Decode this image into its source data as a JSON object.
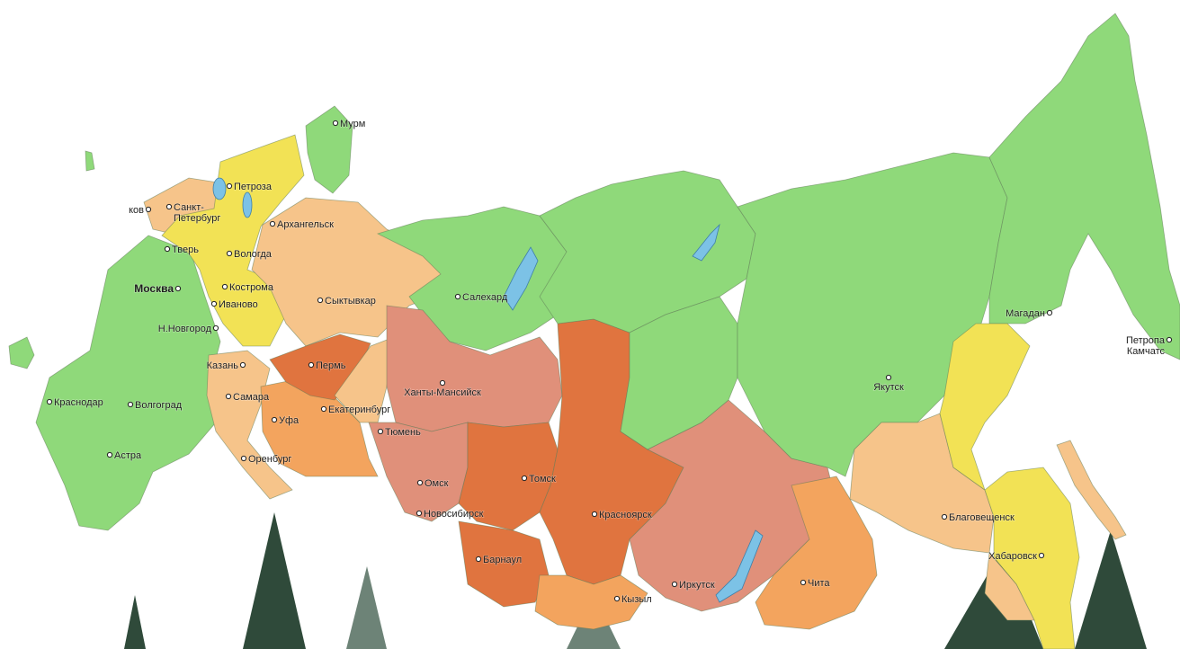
{
  "colors": {
    "green": "#8fd97a",
    "yellow": "#f2e255",
    "peach": "#f6c48a",
    "orange": "#f3a45e",
    "rose": "#e0907a",
    "dark_orange": "#e0743f",
    "water": "#7cc2e6",
    "tree_dark": "#2f4a3a",
    "tree_light": "#6d8377"
  },
  "cities": [
    {
      "id": "murmansk",
      "label": "Мурм"
    },
    {
      "id": "petrozavodsk",
      "label": "Петроза"
    },
    {
      "id": "spb",
      "label": "Санкт-\nПетербург"
    },
    {
      "id": "pskov",
      "label": "ков"
    },
    {
      "id": "arkhangelsk",
      "label": "Архангельск"
    },
    {
      "id": "tver",
      "label": "Тверь"
    },
    {
      "id": "vologda",
      "label": "Вологда"
    },
    {
      "id": "moscow",
      "label": "Москва"
    },
    {
      "id": "kostroma",
      "label": "Кострома"
    },
    {
      "id": "ivanovo",
      "label": "Иваново"
    },
    {
      "id": "syktyvkar",
      "label": "Сыктывкар"
    },
    {
      "id": "nnovgorod",
      "label": "Н.Новгород"
    },
    {
      "id": "salekhard",
      "label": "Салехард"
    },
    {
      "id": "khanty",
      "label": "Ханты-Мансийск"
    },
    {
      "id": "perm",
      "label": "Пермь"
    },
    {
      "id": "kazan",
      "label": "Казань"
    },
    {
      "id": "ekaterinburg",
      "label": "Екатеринбург"
    },
    {
      "id": "volgograd",
      "label": "Волгоград"
    },
    {
      "id": "krasnodar",
      "label": "Краснодар"
    },
    {
      "id": "samara",
      "label": "Самара"
    },
    {
      "id": "ufa",
      "label": "Уфа"
    },
    {
      "id": "tyumen",
      "label": "Тюмень"
    },
    {
      "id": "astrakhan",
      "label": "Астра"
    },
    {
      "id": "orenburg",
      "label": "Оренбург"
    },
    {
      "id": "omsk",
      "label": "Омск"
    },
    {
      "id": "tomsk",
      "label": "Томск"
    },
    {
      "id": "novosibirsk",
      "label": "Новосибирск"
    },
    {
      "id": "krasnoyarsk",
      "label": "Красноярск"
    },
    {
      "id": "barnaul",
      "label": "Барнаул"
    },
    {
      "id": "kyzyl",
      "label": "Кызыл"
    },
    {
      "id": "irkutsk",
      "label": "Иркутск"
    },
    {
      "id": "chita",
      "label": "Чита"
    },
    {
      "id": "yakutsk",
      "label": "Якутск"
    },
    {
      "id": "magadan",
      "label": "Магадан"
    },
    {
      "id": "petropavlovsk",
      "label": "Петропа\nКамчатс"
    },
    {
      "id": "blagoveshchensk",
      "label": "Благовещенск"
    },
    {
      "id": "khabarovsk",
      "label": "Хабаровск"
    }
  ]
}
